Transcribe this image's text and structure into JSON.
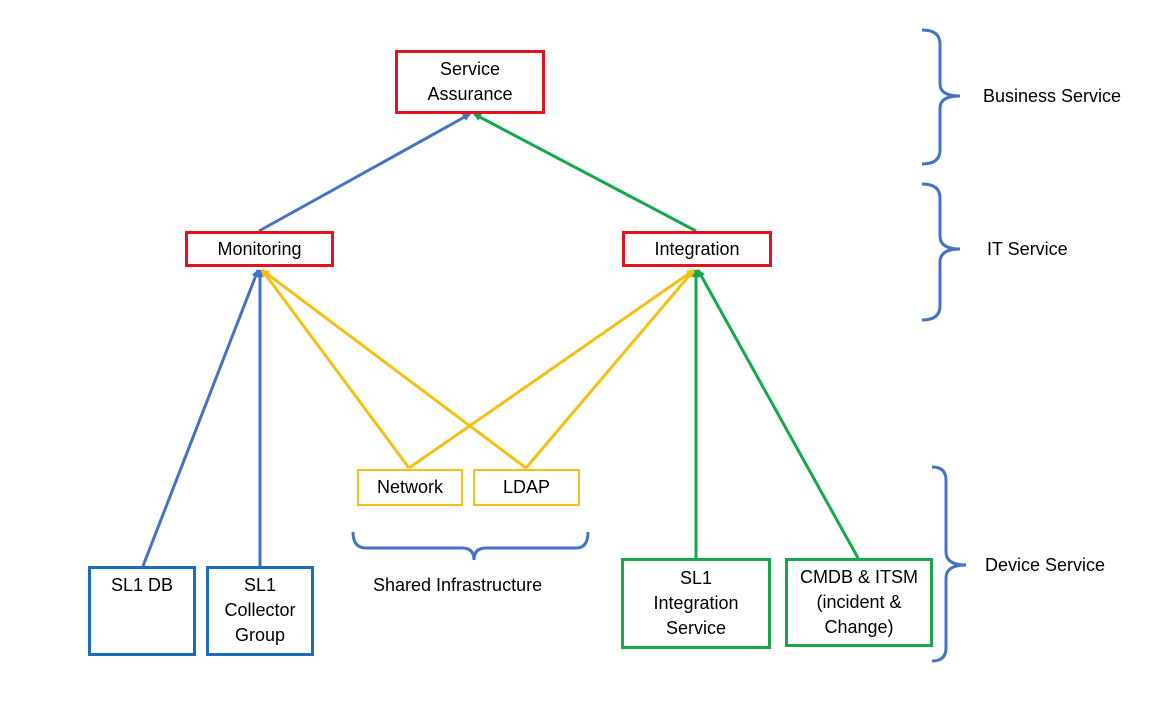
{
  "nodes": {
    "service_assurance": "Service\nAssurance",
    "monitoring": "Monitoring",
    "integration": "Integration",
    "network": "Network",
    "ldap": "LDAP",
    "sl1_db": "SL1 DB",
    "sl1_collector_group": "SL1\nCollector\nGroup",
    "sl1_integration_service": "SL1\nIntegration\nService",
    "cmdb_itsm": "CMDB & ITSM\n(incident &\nChange)"
  },
  "labels": {
    "shared_infrastructure": "Shared Infrastructure",
    "business_service": "Business Service",
    "it_service": "IT Service",
    "device_service": "Device Service"
  },
  "colors": {
    "business_layer": "#e8101d",
    "shared_infrastructure": "#f6bf12",
    "integration_path": "#14a84b",
    "monitoring_path": "#4472c4",
    "bracket": "#4472c4"
  },
  "edges": [
    {
      "from": "monitoring",
      "to": "service_assurance",
      "color": "monitoring_path"
    },
    {
      "from": "integration",
      "to": "service_assurance",
      "color": "integration_path"
    },
    {
      "from": "sl1_db",
      "to": "monitoring",
      "color": "monitoring_path"
    },
    {
      "from": "sl1_collector_group",
      "to": "monitoring",
      "color": "monitoring_path"
    },
    {
      "from": "network",
      "to": "monitoring",
      "color": "shared_infrastructure"
    },
    {
      "from": "ldap",
      "to": "monitoring",
      "color": "shared_infrastructure"
    },
    {
      "from": "network",
      "to": "integration",
      "color": "shared_infrastructure"
    },
    {
      "from": "ldap",
      "to": "integration",
      "color": "shared_infrastructure"
    },
    {
      "from": "sl1_integration_service",
      "to": "integration",
      "color": "integration_path"
    },
    {
      "from": "cmdb_itsm",
      "to": "integration",
      "color": "integration_path"
    }
  ]
}
